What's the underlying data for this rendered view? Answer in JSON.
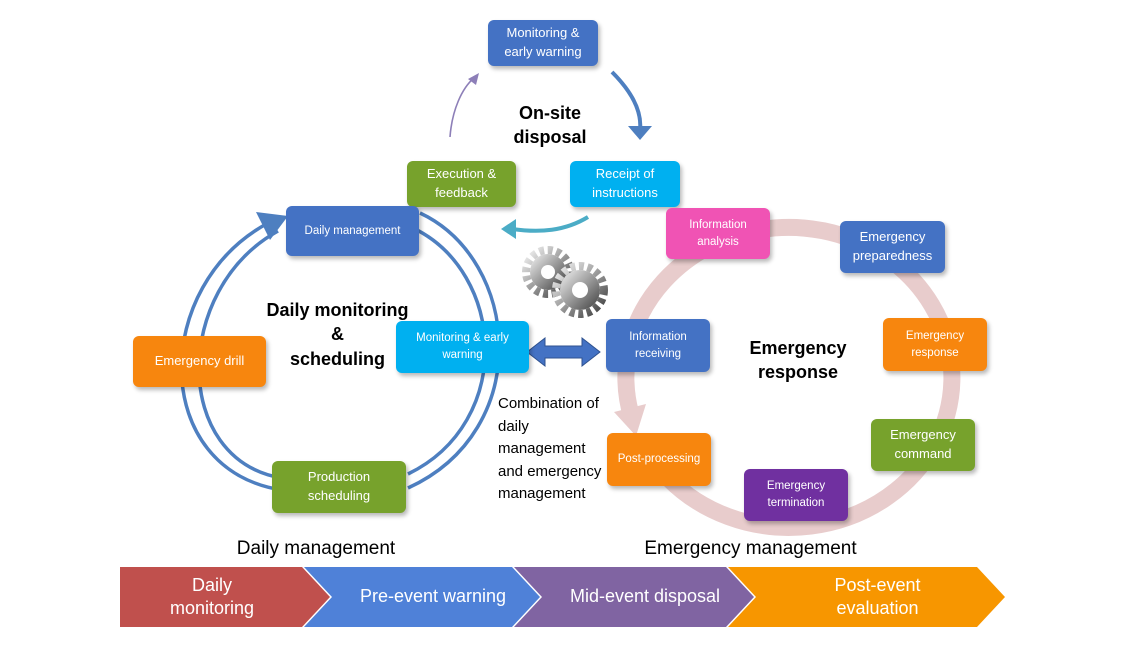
{
  "onsite": {
    "title": "On-site\ndisposal",
    "monitoring": "Monitoring  &\nearly warning",
    "receipt": "Receipt  of\ninstructions",
    "execution": "Execution  &\nfeedback"
  },
  "daily": {
    "title": "Daily monitoring\n&\nscheduling",
    "management": "Daily management",
    "monitoring": "Monitoring & early\nwarning",
    "drill": "Emergency  drill",
    "production": "Production\nscheduling"
  },
  "emergency": {
    "title": "Emergency\nresponse",
    "analysis": "Information\nanalysis",
    "preparedness": "Emergency\npreparedness",
    "receiving": "Information\nreceiving",
    "response": "Emergency\nresponse",
    "command": "Emergency\ncommand",
    "termination": "Emergency\ntermination",
    "postprocessing": "Post-processing"
  },
  "combination": "Combination of\ndaily\nmanagement\nand emergency\nmanagement",
  "phase_labels": {
    "daily": "Daily management",
    "emergency": "Emergency management"
  },
  "timeline": [
    {
      "label": "Daily\nmonitoring",
      "color": "#c0504d"
    },
    {
      "label": "Pre-event warning",
      "color": "#4f81d8"
    },
    {
      "label": "Mid-event disposal",
      "color": "#8064a2"
    },
    {
      "label": "Post-event\nevaluation",
      "color": "#f79600"
    }
  ]
}
